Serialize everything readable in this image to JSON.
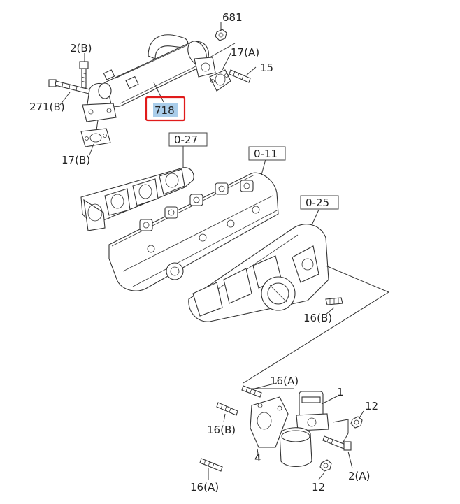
{
  "labels": {
    "p681": "681",
    "p2b": "2(B)",
    "p17a": "17(A)",
    "p15": "15",
    "p271b": "271(B)",
    "p718": "718",
    "p17b": "17(B)",
    "ref027": "0-27",
    "ref011": "0-11",
    "ref025": "0-25",
    "p16b_top": "16(B)",
    "p16a_top": "16(A)",
    "p1": "1",
    "p12_right": "12",
    "p16b_left": "16(B)",
    "p4": "4",
    "p16a_bottom": "16(A)",
    "p2a": "2(A)",
    "p12_bottom": "12"
  },
  "highlight": {
    "part": "718",
    "box_color": "#e01b1b",
    "fill_color": "#a9cdea"
  }
}
